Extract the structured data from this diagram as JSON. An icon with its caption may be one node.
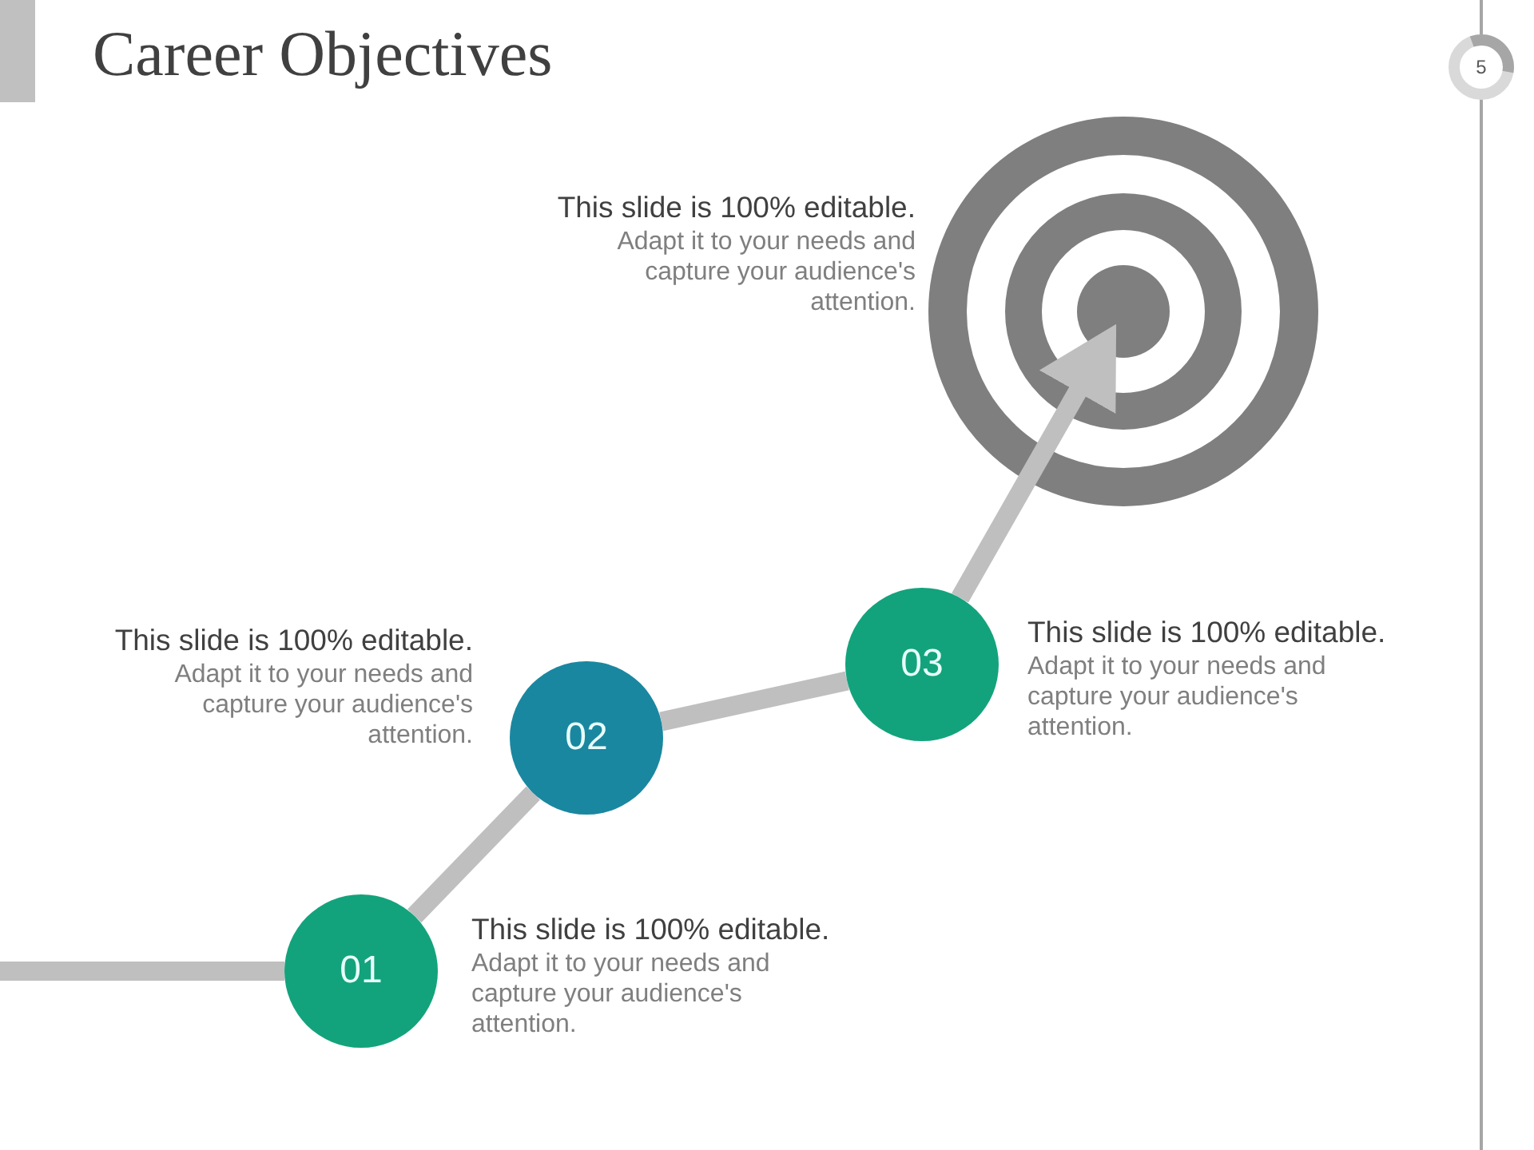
{
  "diagram": {
    "title": "Career Objectives",
    "nodes": [
      {
        "text": [
          "01"
        ],
        "beside": [
          "This slide is 100% editable.",
          "Adapt it to your needs and capture your audience's attention."
        ]
      },
      {
        "text": [
          "02"
        ],
        "beside": [
          "This slide is 100% editable.",
          "Adapt it to your needs and capture your audience's attention."
        ]
      },
      {
        "text": [
          "03"
        ],
        "beside": [
          "This slide is 100% editable.",
          "Adapt it to your needs and capture your audience's attention."
        ]
      },
      {
        "text": [],
        "shape": "target",
        "beside": [
          "This slide is 100% editable.",
          "Adapt it to your needs and capture your audience's attention."
        ]
      }
    ],
    "edges": [
      {
        "from": null,
        "to": 0,
        "arrow": "none"
      },
      {
        "from": 0,
        "to": 1,
        "arrow": "none"
      },
      {
        "from": 1,
        "to": 2,
        "arrow": "none"
      },
      {
        "from": 2,
        "to": 3,
        "arrow": "to"
      }
    ],
    "labels": [
      "5"
    ]
  }
}
